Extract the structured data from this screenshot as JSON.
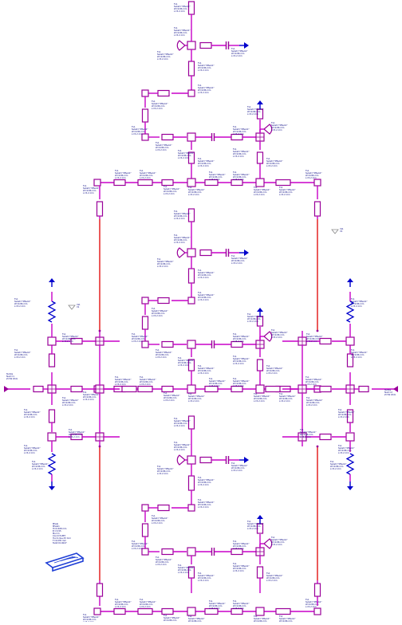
{
  "schematic": {
    "colors": {
      "wire": "#c800c8",
      "component": "#9a009a",
      "label": "#000080",
      "ground": "#0000cc",
      "red_line": "#e00000",
      "substrate": "#1f3fd6"
    },
    "port_labels": {
      "left": "TermG\nNum=1\nZ=50 Ohm",
      "right": "TermG\nNum=2\nZ=50 Ohm"
    },
    "substrate_label": "MSub\nMSub1\nH=0.508 mm\nEr=3.55\nMur=1\nCond=5.8E7\nHu=1.0e+33 mm\nT=0.035 mm\nTanD=0.0027"
  }
}
